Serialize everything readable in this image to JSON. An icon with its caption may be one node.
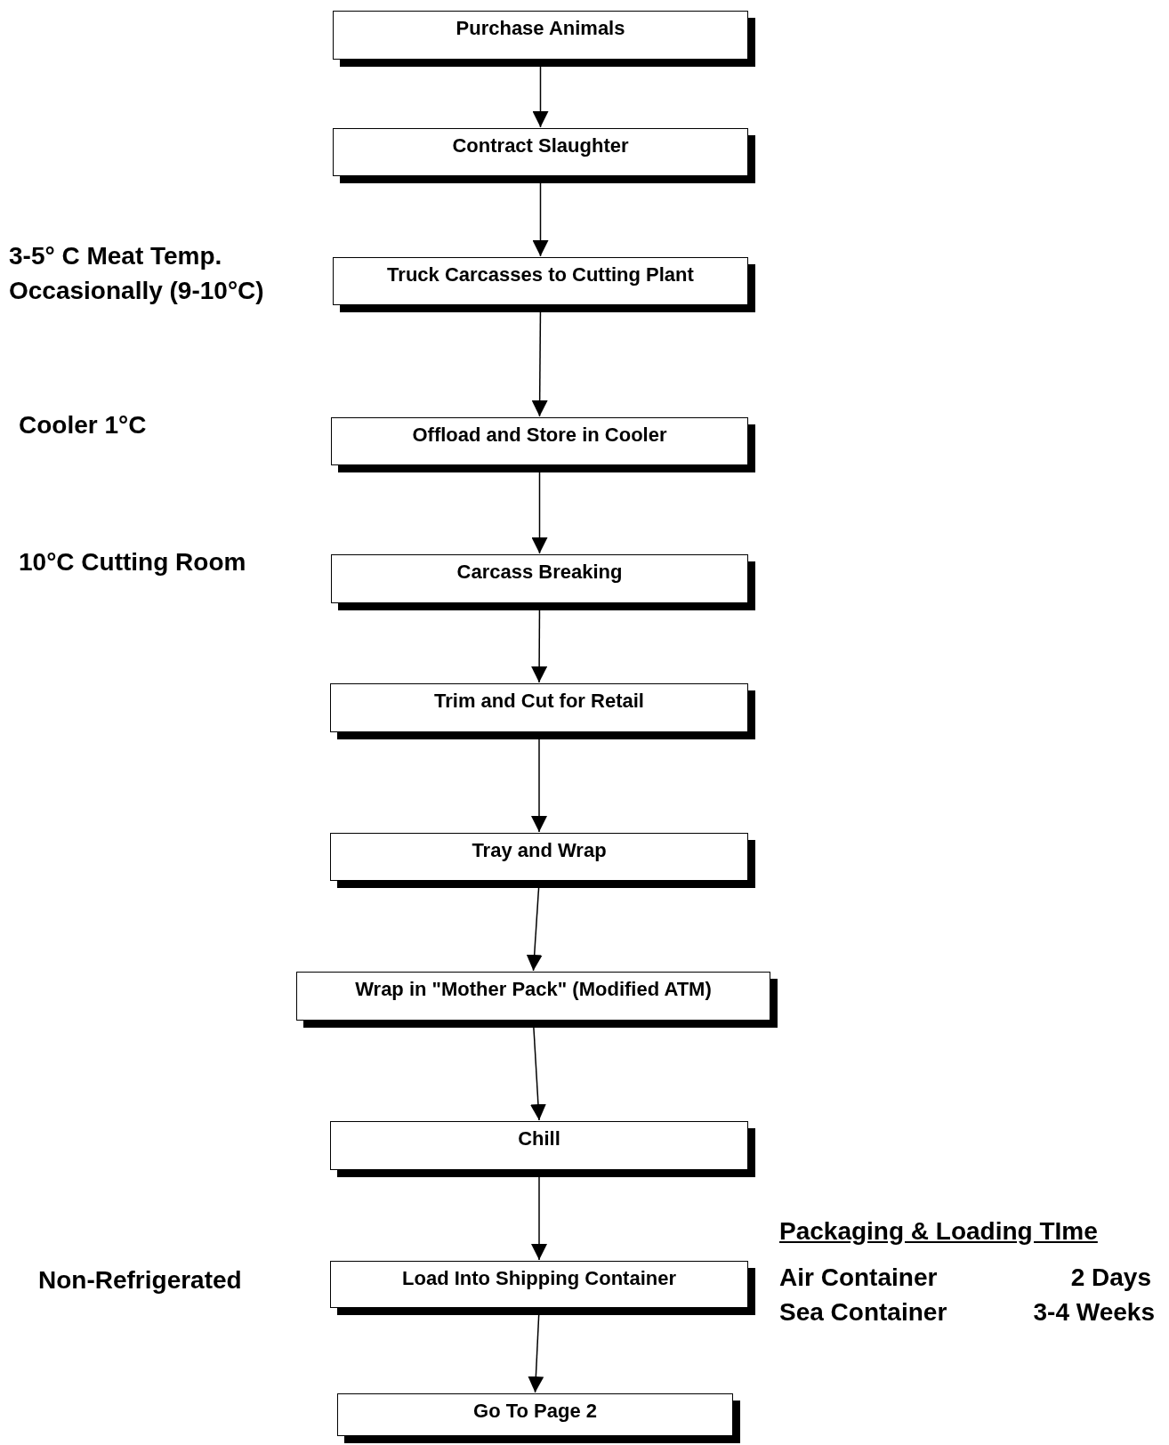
{
  "diagram": {
    "nodes": [
      {
        "text": [
          "Purchase Animals"
        ]
      },
      {
        "text": [
          "Contract Slaughter"
        ]
      },
      {
        "text": [
          "Truck Carcasses to Cutting Plant"
        ],
        "beside": [
          "3-5° C Meat Temp. Occasionally (9-10°C)"
        ]
      },
      {
        "text": [
          "Offload and Store in Cooler"
        ]
      },
      {
        "text": [
          "Carcass Breaking"
        ],
        "beside": [
          "10°C Cutting Room"
        ]
      },
      {
        "text": [
          "Trim and Cut for Retail"
        ]
      },
      {
        "text": [
          "Tray and Wrap"
        ]
      },
      {
        "text": [
          "Wrap in \"Mother Pack\" (Modified ATM)"
        ]
      },
      {
        "text": [
          "Chill"
        ]
      },
      {
        "text": [
          "Load Into Shipping Container"
        ],
        "beside": [
          "Non-Refrigerated"
        ]
      },
      {
        "text": [
          "Go To Page 2"
        ]
      }
    ],
    "edges": [
      {
        "from": 0,
        "to": 1,
        "arrow": "to"
      },
      {
        "from": 1,
        "to": 2,
        "arrow": "to"
      },
      {
        "from": 2,
        "to": 3,
        "arrow": "to"
      },
      {
        "from": 3,
        "to": 4,
        "arrow": "to"
      },
      {
        "from": 4,
        "to": 5,
        "arrow": "to"
      },
      {
        "from": 5,
        "to": 6,
        "arrow": "to"
      },
      {
        "from": 6,
        "to": 7,
        "arrow": "to"
      },
      {
        "from": 7,
        "to": 8,
        "arrow": "to"
      },
      {
        "from": 8,
        "to": 9,
        "arrow": "to"
      },
      {
        "from": 9,
        "to": 10,
        "arrow": "to"
      }
    ],
    "labels": [
      "Cooler 1°C",
      "Packaging & Loading TIme",
      "Air Container",
      "2 Days",
      "Sea Container",
      "3-4 Weeks"
    ]
  }
}
